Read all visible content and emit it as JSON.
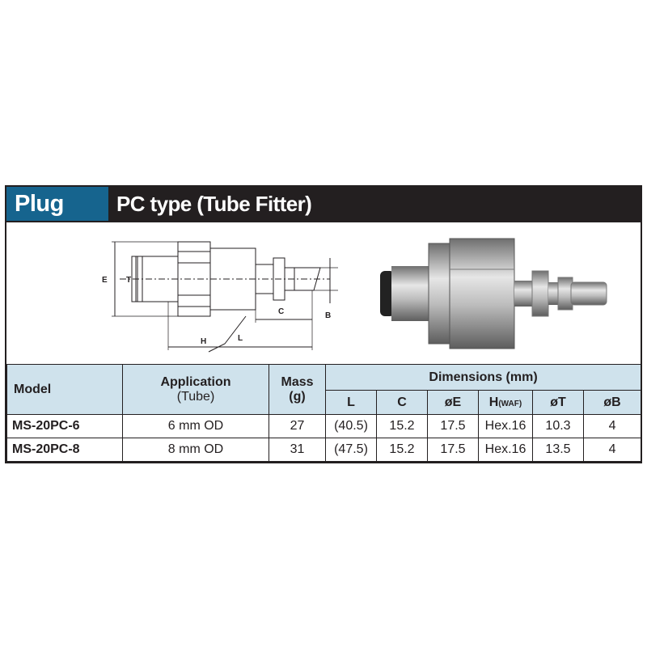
{
  "header": {
    "tag": "Plug",
    "title": "PC type (Tube Fitter)"
  },
  "drawing": {
    "labels": {
      "E": "E",
      "T": "T",
      "B": "B",
      "C": "C",
      "H": "H",
      "L": "L"
    }
  },
  "table": {
    "columns": {
      "model": "Model",
      "application": "Application",
      "application_sub": "(Tube)",
      "mass": "Mass",
      "mass_unit": "(g)",
      "dimensions": "Dimensions (mm)",
      "L": "L",
      "C": "C",
      "E": "øE",
      "H": "H",
      "H_sub": "(WAF)",
      "T": "øT",
      "B": "øB"
    },
    "rows": [
      {
        "model": "MS-20PC-6",
        "application": "6 mm OD",
        "mass": "27",
        "L": "(40.5)",
        "C": "15.2",
        "E": "17.5",
        "H": "Hex.16",
        "T": "10.3",
        "B": "4"
      },
      {
        "model": "MS-20PC-8",
        "application": "8 mm OD",
        "mass": "31",
        "L": "(47.5)",
        "C": "15.2",
        "E": "17.5",
        "H": "Hex.16",
        "T": "13.5",
        "B": "4"
      }
    ]
  },
  "colors": {
    "tag_bg": "#16648e",
    "frame": "#231f20",
    "header_cell_bg": "#cfe2ec"
  }
}
